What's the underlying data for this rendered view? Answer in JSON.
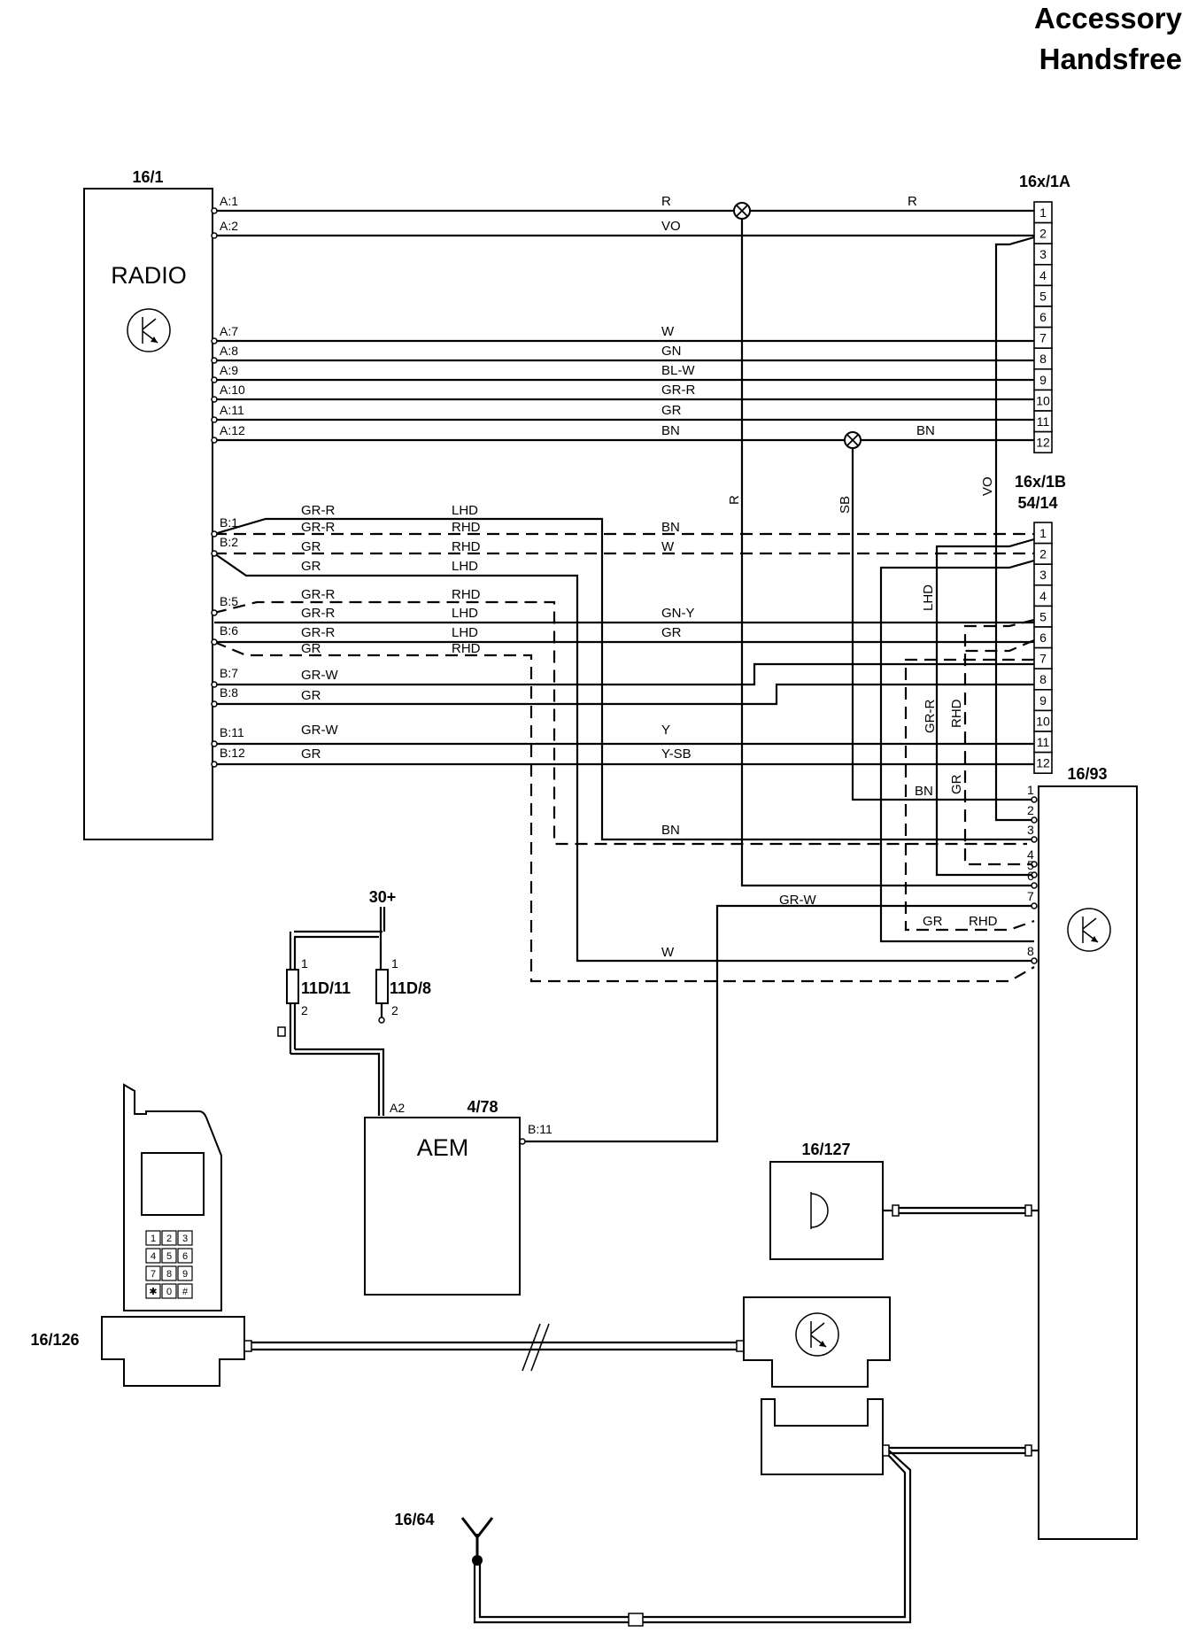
{
  "title": {
    "line1": "Accessory",
    "line2": "Handsfree"
  },
  "components": {
    "radio": {
      "ref": "16/1",
      "label": "RADIO"
    },
    "conn_a": {
      "ref": "16x/1A"
    },
    "conn_b": {
      "ref1": "16x/1B",
      "ref2": "54/14"
    },
    "module": {
      "ref": "16/93"
    },
    "fuse1": {
      "ref": "11D/11",
      "pin1": "1",
      "pin2": "2"
    },
    "fuse2": {
      "ref": "11D/8",
      "pin1": "1",
      "pin2": "2"
    },
    "supply": {
      "label": "30+"
    },
    "aem": {
      "ref": "4/78",
      "label": "AEM",
      "pin_a2": "A2",
      "pin_b11": "B:11"
    },
    "microphone": {
      "ref": "16/127"
    },
    "phone_holder": {
      "ref": "16/126"
    },
    "antenna": {
      "ref": "16/64"
    }
  },
  "phone_keys": [
    "1",
    "2",
    "3",
    "4",
    "5",
    "6",
    "7",
    "8",
    "9",
    "✱",
    "0",
    "#"
  ],
  "radio_pins_a": [
    "A:1",
    "A:2",
    "A:7",
    "A:8",
    "A:9",
    "A:10",
    "A:11",
    "A:12"
  ],
  "radio_pins_b": [
    "B:1",
    "B:2",
    "B:5",
    "B:6",
    "B:7",
    "B:8",
    "B:11",
    "B:12"
  ],
  "conn_a_pins": [
    "1",
    "2",
    "3",
    "4",
    "5",
    "6",
    "7",
    "8",
    "9",
    "10",
    "11",
    "12"
  ],
  "conn_b_pins": [
    "1",
    "2",
    "3",
    "4",
    "5",
    "6",
    "7",
    "8",
    "9",
    "10",
    "11",
    "12"
  ],
  "module_pins": [
    "1",
    "2",
    "3",
    "4",
    "5",
    "6",
    "7",
    "8"
  ],
  "wire_labels": {
    "a1": "R",
    "a1b": "R",
    "a2": "VO",
    "a7": "W",
    "a8": "GN",
    "a9": "BL-W",
    "a10": "GR-R",
    "a11": "GR",
    "a12": "BN",
    "a12b": "BN",
    "vert_r": "R",
    "vert_sb": "SB",
    "vert_vo": "VO",
    "b1_c1": "GR-R",
    "b1_d1": "LHD",
    "b1_c2": "GR-R",
    "b1_d2": "RHD",
    "b1_w": "BN",
    "b2_c1": "GR",
    "b2_d1": "RHD",
    "b2_w": "W",
    "b2_c2": "GR",
    "b2_d2": "LHD",
    "b5_c1": "GR-R",
    "b5_d1": "RHD",
    "b5_c2": "GR-R",
    "b5_d2": "LHD",
    "b5_w": "GN-Y",
    "b6_c1": "GR-R",
    "b6_d1": "LHD",
    "b6_w": "GR",
    "b6_c2": "GR",
    "b6_d2": "RHD",
    "b7_c": "GR-W",
    "b8_c": "GR",
    "b11_c": "GR-W",
    "b11_w": "Y",
    "b12_c": "GR",
    "b12_w": "Y-SB",
    "v_lhd": "LHD",
    "v_grr": "GR-R",
    "v_rhd": "RHD",
    "v_gr": "GR",
    "m_bn": "BN",
    "m3_bn": "BN",
    "m6_grw": "GR-W",
    "m7_gr": "GR",
    "m7_rhd": "RHD",
    "m8_w": "W"
  }
}
